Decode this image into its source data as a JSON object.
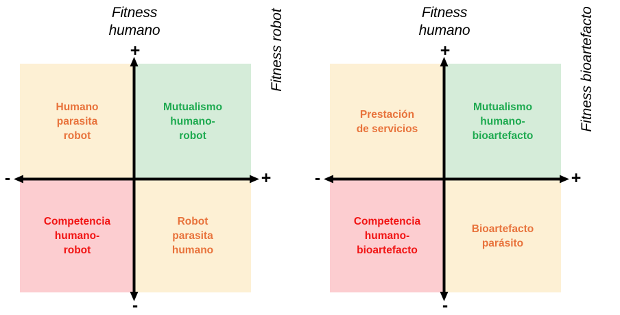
{
  "figure": {
    "background": "#ffffff",
    "colors": {
      "cream": "#fdf0d4",
      "green_fill": "#d5ecd9",
      "pink_fill": "#fccdd0",
      "orange_text": "#e8733c",
      "green_text": "#1eaa50",
      "red_text": "#f11414",
      "axis": "#000000"
    }
  },
  "panels": [
    {
      "id": "robot",
      "y_axis_title": "Fitness humano",
      "y_axis_title_line1": "Fitness",
      "y_axis_title_line2": "humano",
      "x_axis_title": "Fitness robot",
      "sign_top": "+",
      "sign_bottom": "-",
      "sign_left": "-",
      "sign_right": "+",
      "quadrants": {
        "top_left": {
          "lines": [
            "Humano",
            "parasita",
            "robot"
          ],
          "fill": "#fdf0d4",
          "text_color": "#e8733c"
        },
        "top_right": {
          "lines": [
            "Mutualismo",
            "humano-",
            "robot"
          ],
          "fill": "#d5ecd9",
          "text_color": "#1eaa50"
        },
        "bottom_left": {
          "lines": [
            "Competencia",
            "humano-",
            "robot"
          ],
          "fill": "#fccdd0",
          "text_color": "#f11414"
        },
        "bottom_right": {
          "lines": [
            "Robot",
            "parasita",
            "humano"
          ],
          "fill": "#fdf0d4",
          "text_color": "#e8733c"
        }
      }
    },
    {
      "id": "bioartefacto",
      "y_axis_title": "Fitness humano",
      "y_axis_title_line1": "Fitness",
      "y_axis_title_line2": "humano",
      "x_axis_title": "Fitness bioartefacto",
      "sign_top": "+",
      "sign_bottom": "-",
      "sign_left": "-",
      "sign_right": "+",
      "quadrants": {
        "top_left": {
          "lines": [
            "Prestación",
            "de servicios"
          ],
          "fill": "#fdf0d4",
          "text_color": "#e8733c"
        },
        "top_right": {
          "lines": [
            "Mutualismo",
            "humano-",
            "bioartefacto"
          ],
          "fill": "#d5ecd9",
          "text_color": "#1eaa50"
        },
        "bottom_left": {
          "lines": [
            "Competencia",
            "humano-",
            "bioartefacto"
          ],
          "fill": "#fccdd0",
          "text_color": "#f11414"
        },
        "bottom_right": {
          "lines": [
            "Bioartefacto",
            "parásito"
          ],
          "fill": "#fdf0d4",
          "text_color": "#e8733c"
        }
      }
    }
  ]
}
